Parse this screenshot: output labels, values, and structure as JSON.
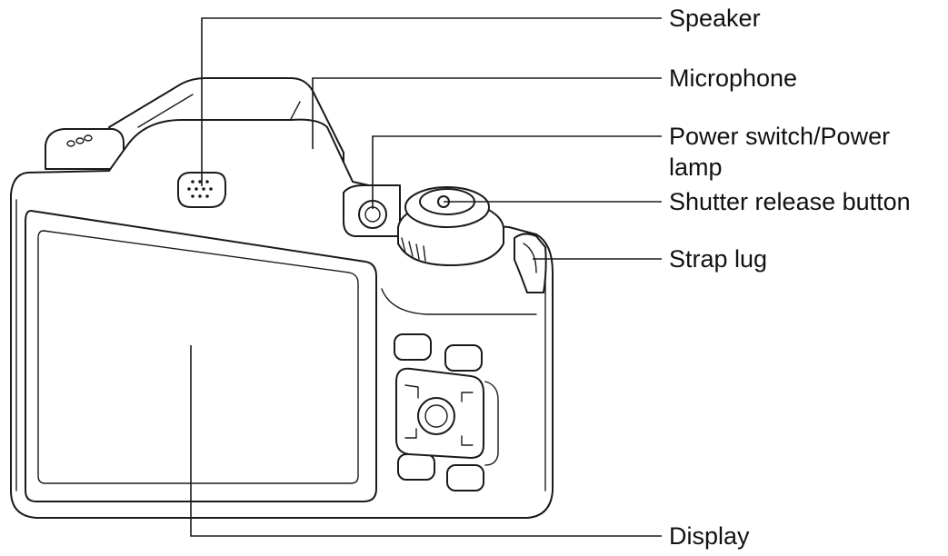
{
  "labels": {
    "speaker": "Speaker",
    "microphone": "Microphone",
    "power_line1": "Power switch/Power",
    "power_line2": "lamp",
    "shutter": "Shutter release button",
    "strap": "Strap lug",
    "display": "Display"
  },
  "colors": {
    "line": "#1a1a1a",
    "background": "#ffffff",
    "text": "#111111"
  }
}
